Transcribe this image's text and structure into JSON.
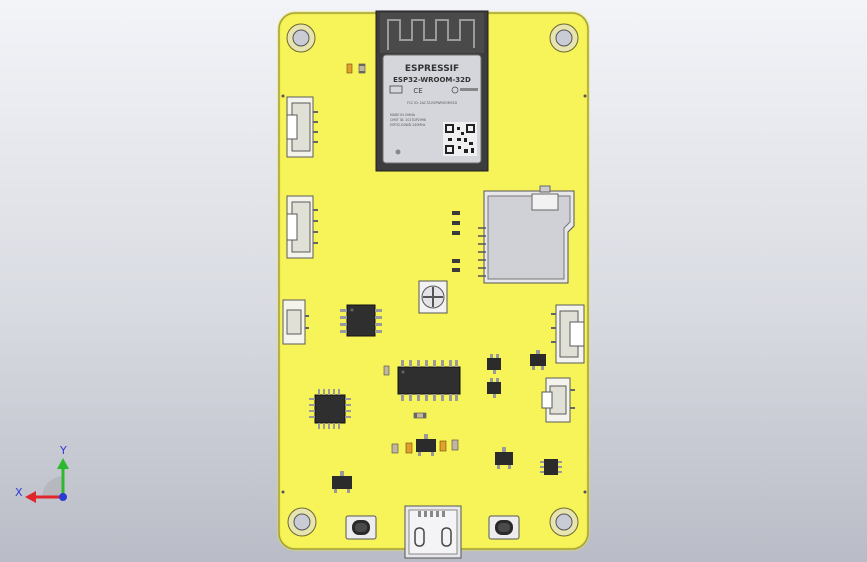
{
  "module": {
    "brand": "ESPRESSIF",
    "model": "ESP32-WROOM-32D",
    "cert_line": "FCC ID: 2AC7Z-ESPWROOM32D",
    "info_line_1": "MADE IN CHINA",
    "info_line_2": "CMIIT ID: 2017DP2998",
    "info_line_3": "ESP32-D0WD 240MHz"
  },
  "triad": {
    "x_label": "X",
    "y_label": "Y"
  },
  "colors": {
    "pcb": "#f7f45a",
    "background": "#d9dbe2",
    "axis_x": "#e0262b",
    "axis_y": "#2eb82e",
    "axis_z": "#2b3bd6"
  }
}
